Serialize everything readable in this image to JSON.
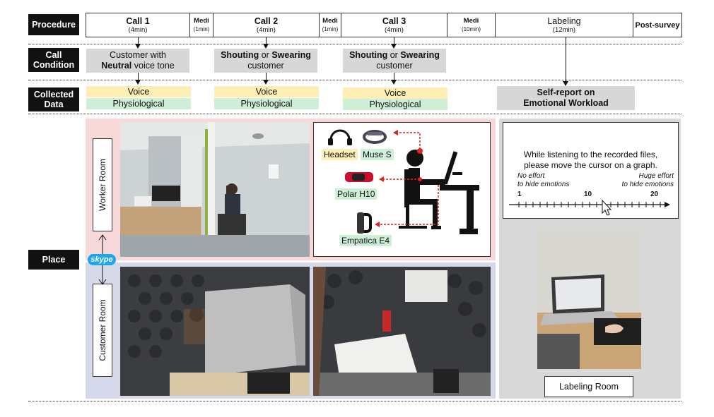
{
  "row_labels": {
    "procedure": "Procedure",
    "call_condition": "Call Condition",
    "collected_data": "Collected Data",
    "place": "Place"
  },
  "procedure": [
    {
      "title": "Call 1",
      "sub": "(4min)"
    },
    {
      "title": "Medi",
      "sub": "(1min)"
    },
    {
      "title": "Call 2",
      "sub": "(4min)"
    },
    {
      "title": "Medi",
      "sub": "(1min)"
    },
    {
      "title": "Call 3",
      "sub": "(4min)"
    },
    {
      "title": "Medi",
      "sub": "(10min)"
    },
    {
      "title": "Labeling",
      "sub": "(12min)"
    },
    {
      "title": "Post-survey",
      "sub": ""
    }
  ],
  "conditions": {
    "call1": {
      "line1": "Customer with",
      "bold": "Neutral",
      "line2_rest": " voice tone"
    },
    "call2": {
      "bold1": "Shouting",
      "or": " or ",
      "bold2": "Swearing",
      "line2": "customer"
    },
    "call3": {
      "bold1": "Shouting",
      "or": " or ",
      "bold2": "Swearing",
      "line2": "customer"
    }
  },
  "collected": {
    "voice": "Voice",
    "physio": "Physiological",
    "self_report_1": "Self-report on",
    "self_report_2": "Emotional Workload"
  },
  "place": {
    "worker_room": "Worker Room",
    "customer_room": "Customer Room",
    "skype": "skype",
    "labeling_room": "Labeling Room"
  },
  "devices": {
    "headset": "Headset",
    "muse": "Muse S",
    "polar": "Polar H10",
    "empatica": "Empatica E4"
  },
  "labeling_panel": {
    "instr_1": "While listening to the recorded files,",
    "instr_2": "please move the cursor on a graph.",
    "left_1": "No effort",
    "left_2": "to hide emotions",
    "right_1": "Huge effort",
    "right_2": "to hide emotions",
    "tick_1": "1",
    "tick_10": "10",
    "tick_20": "20"
  },
  "colors": {
    "worker_bg": "#f7d9d9",
    "customer_bg": "#d6d9ea",
    "labeling_bg": "#d8d8d8",
    "yellow": "#fdeeb6",
    "green": "#cfeed6",
    "arrow_red": "#d22"
  }
}
